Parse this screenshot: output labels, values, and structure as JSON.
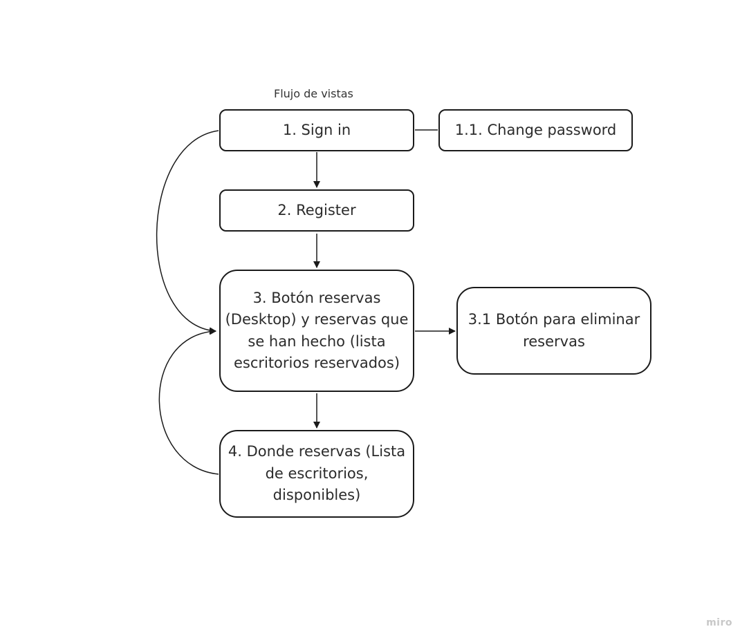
{
  "frame": {
    "title": "Flujo de vistas"
  },
  "nodes": {
    "sign_in": "1. Sign in",
    "change_password": "1.1. Change password",
    "register": "2. Register",
    "reservas_button": "3. Botón reservas (Desktop) y reservas que se han hecho (lista escritorios reservados)",
    "eliminar_button": "3.1 Botón para eliminar reservas",
    "donde_reservas": "4. Donde reservas (Lista de escritorios, disponibles)"
  },
  "watermark": "miro",
  "colors": {
    "stroke": "#1a1a1a",
    "text": "#2b2b2b",
    "background": "#ffffff",
    "watermark": "#c8c8c8"
  }
}
